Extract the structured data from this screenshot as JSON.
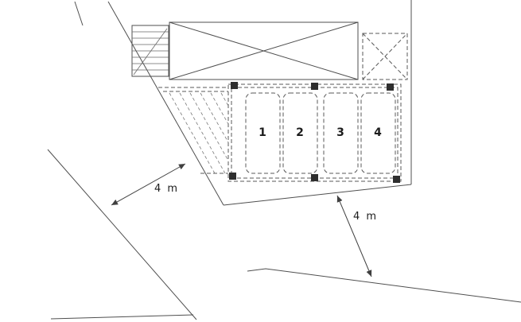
{
  "plan": {
    "title": "site-plan-with-parking",
    "stalls": [
      {
        "number": "1"
      },
      {
        "number": "2"
      },
      {
        "number": "3"
      },
      {
        "number": "4"
      }
    ],
    "dimensions": {
      "left_road": "4 m",
      "bottom_road": "4 m"
    },
    "colors": {
      "line": "#4f4f4f",
      "dashed_line": "#5a5a5a",
      "hatch": "#777777",
      "post": "#2e2e2e",
      "text": "#1c1c1c",
      "background": "#ffffff"
    }
  }
}
